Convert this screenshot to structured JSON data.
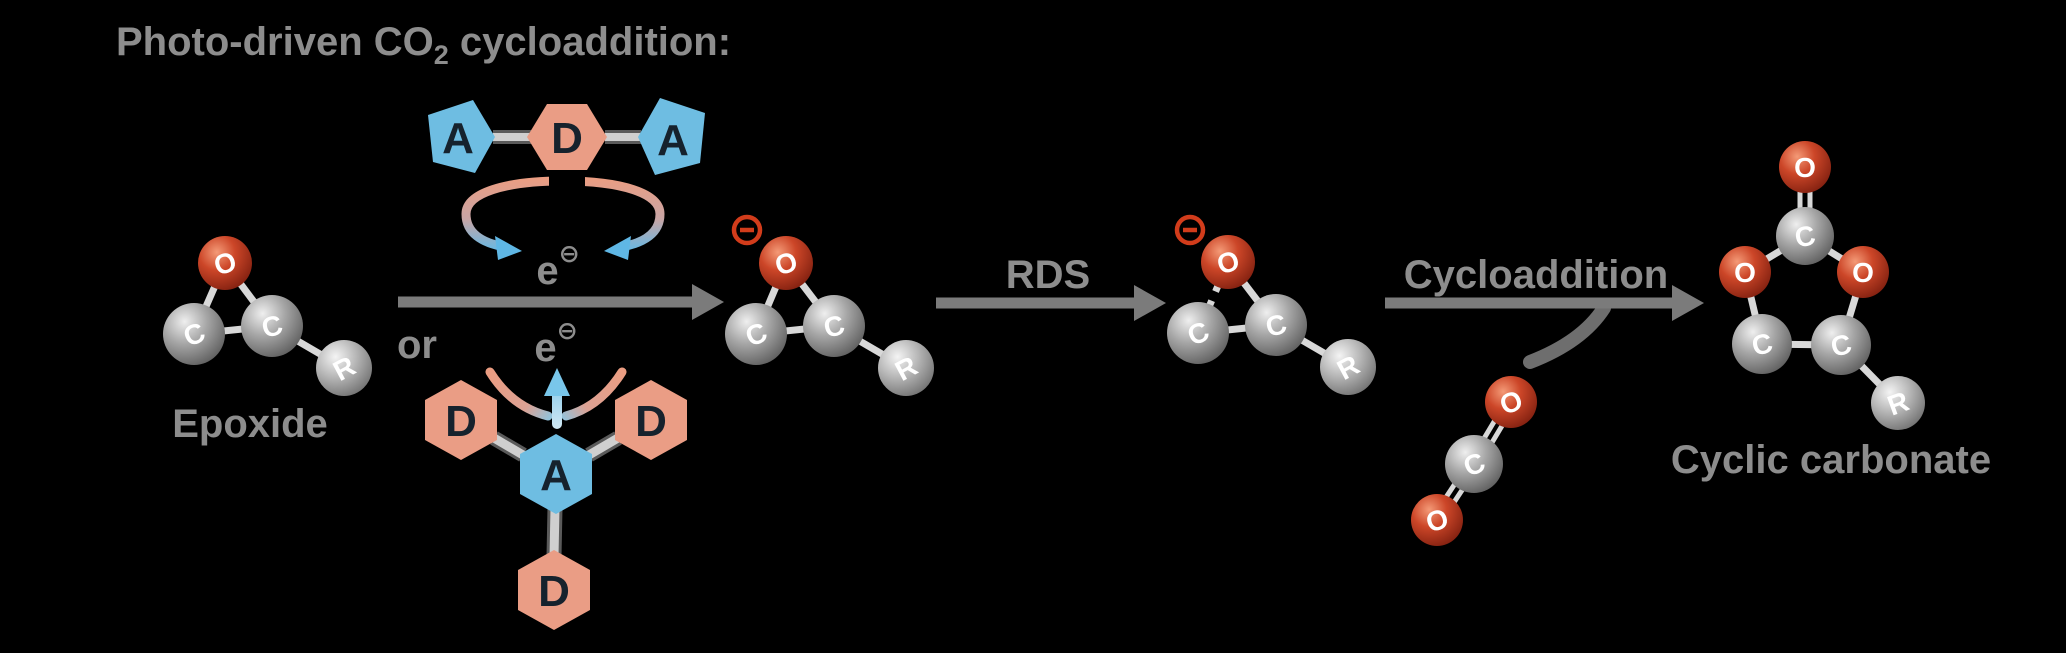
{
  "title": {
    "pre": "Photo-driven CO",
    "sub": "2",
    "post": " cycloaddition:"
  },
  "labels": {
    "or": "or",
    "rds": "RDS",
    "cycloaddition": "Cycloaddition"
  },
  "photocatalysts": {
    "ada": {
      "left_acceptor": "A",
      "donor": "D",
      "right_acceptor": "A",
      "electron": {
        "base": "e",
        "sup": "⊖"
      }
    },
    "dad": {
      "left_donor": "D",
      "acceptor": "A",
      "right_donor": "D",
      "bottom_donor": "D",
      "electron": {
        "base": "e",
        "sup": "⊖"
      }
    }
  },
  "molecules": {
    "epoxide": {
      "caption": "Epoxide",
      "atoms": {
        "o": "O",
        "c1": "C",
        "c2": "C",
        "r": "R"
      }
    },
    "epoxide_radical_anion": {
      "charge": "−",
      "atoms": {
        "o": "O",
        "c1": "C",
        "c2": "C",
        "r": "R"
      }
    },
    "ring_opened_radical_anion": {
      "charge": "−",
      "atoms": {
        "o": "O",
        "c1": "C",
        "c2": "C",
        "r": "R"
      }
    },
    "co2": {
      "atoms": {
        "o_top": "O",
        "c": "C",
        "o_bottom": "O"
      }
    },
    "cyclic_carbonate": {
      "caption": "Cyclic carbonate",
      "atoms": {
        "o_carbonyl": "O",
        "c_carbonate": "C",
        "o_left": "O",
        "o_right": "O",
        "c_left": "C",
        "c_right": "C",
        "r": "R"
      }
    }
  },
  "colors": {
    "background": "#000000",
    "acceptor_blue": "#6ebde2",
    "donor_salmon": "#ea9d85",
    "oxygen_red": "#c2401f",
    "carbon_gray": "#a0a0a0",
    "arrow_gray": "#7b7b7b",
    "label_gray": "#8d8d8d",
    "charge_red": "#d23c1b"
  }
}
